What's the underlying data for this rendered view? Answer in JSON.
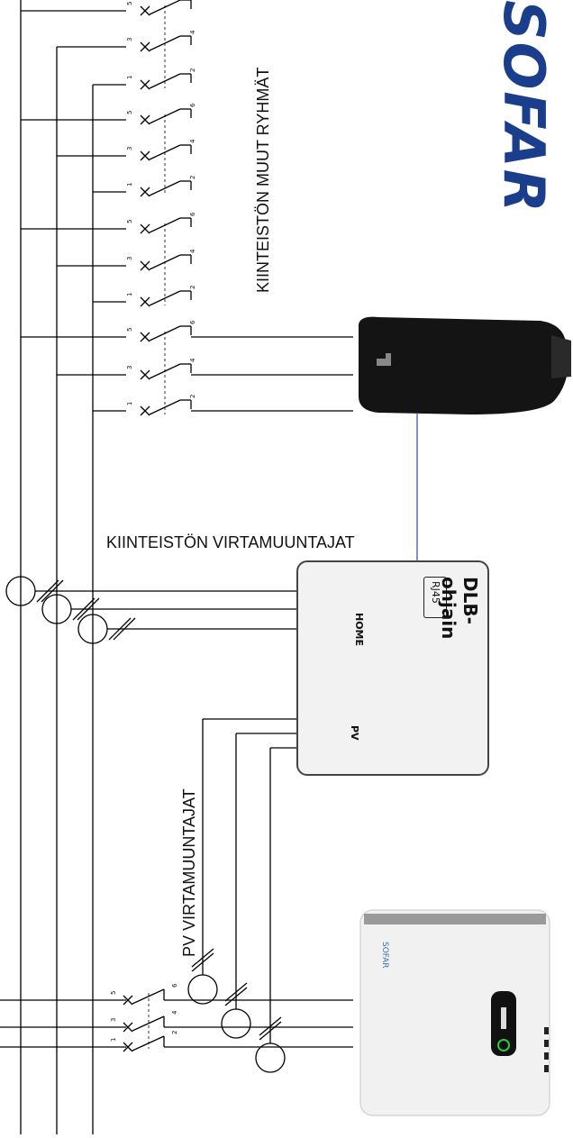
{
  "labels": {
    "other_groups": "KIINTEISTÖN MUUT RYHMÄT",
    "property_ct": "KIINTEISTÖN VIRTAMUUNTAJAT",
    "pv_ct": "PV VIRTAMUUNTAJAT",
    "dlb_title": "DLB-ohjain",
    "rj45": "RJ45",
    "home": "HOME",
    "pv": "PV",
    "inverter_brand": "SOFAR",
    "logo": "SOFAR"
  },
  "switch_numbers": {
    "left": [
      "5",
      "3",
      "1"
    ],
    "right": [
      "6",
      "4",
      "2"
    ]
  },
  "terminal_numbers": [
    "3",
    "2",
    "1"
  ],
  "colors": {
    "line": "#000000",
    "signal_link": "#3d5aa8",
    "logo": "#1a3e8c",
    "charger": "#141414"
  }
}
